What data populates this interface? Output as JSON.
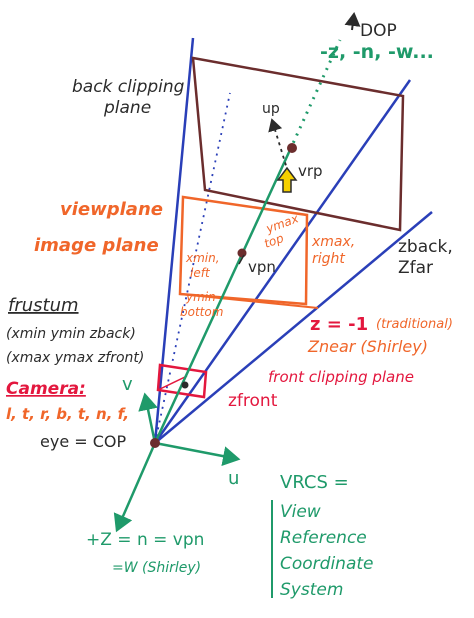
{
  "labels": {
    "dop": "DOP",
    "dop_dir": "-z, -n, -w...",
    "back_clip_1": "back clipping",
    "back_clip_2": "plane",
    "up": "up",
    "vrp": "vrp",
    "viewplane": "viewplane",
    "image_plane": "image plane",
    "ymax_1": "ymax",
    "ymax_2": "top",
    "xmin_1": "xmin,",
    "xmin_2": "left",
    "vpn": "vpn",
    "xmax_1": "xmax,",
    "xmax_2": "right",
    "zback_1": "zback,",
    "zback_2": "Zfar",
    "frustum": "frustum",
    "frustum_min": "(xmin ymin zback)",
    "frustum_max": "(xmax ymax zfront)",
    "ymin_1": "ymin",
    "ymin_2": "bottom",
    "z_minus1": "z = -1",
    "traditional": "(traditional)",
    "znear": "Znear (Shirley)",
    "camera": "Camera:",
    "camera_params": "l, t, r, b, t, n, f,",
    "front_clip": "front clipping plane",
    "zfront": "zfront",
    "v_axis": "v",
    "eye": "eye = COP",
    "u_axis": "u",
    "vrcs": "VRCS =",
    "vrcs_1": "View",
    "vrcs_2": "Reference",
    "vrcs_3": "Coordinate",
    "vrcs_4": "System",
    "plus_z": "+Z = n = vpn",
    "w_shirley": "=W (Shirley)"
  },
  "colors": {
    "blue": "#2a3fb8",
    "green": "#1f9a6a",
    "orange": "#f0662a",
    "brown": "#6b2d2d",
    "red": "#e3173e",
    "dark": "#2b2b2b",
    "yellow": "#f5d000"
  }
}
